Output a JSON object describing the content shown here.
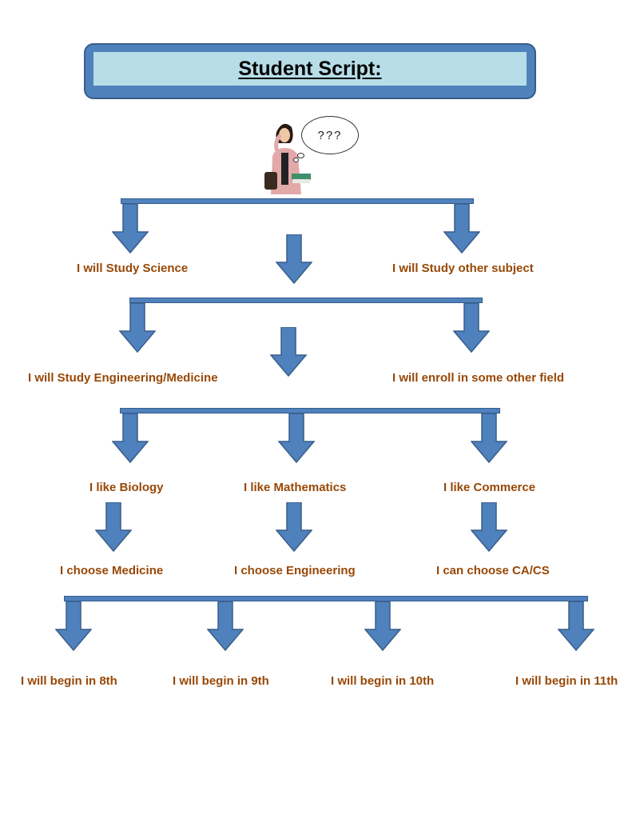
{
  "title": "Student Script:",
  "thought_bubble": "???",
  "colors": {
    "arrow_fill": "#4f81bd",
    "arrow_stroke": "#385d8a",
    "label_text": "#984806",
    "title_box_outer": "#4f81bd",
    "title_box_inner": "#b7dde8"
  },
  "level1": {
    "left": "I will Study Science",
    "right": "I will Study other subject"
  },
  "level2": {
    "left": "I will Study Engineering/Medicine",
    "right": "I will enroll in some other field"
  },
  "level3": {
    "likes": [
      "I like Biology",
      "I like Mathematics",
      "I like Commerce"
    ],
    "choices": [
      "I choose Medicine",
      "I choose Engineering",
      "I can choose CA/CS"
    ]
  },
  "level4": {
    "begins": [
      "I will begin in 8th",
      "I will begin in 9th",
      "I will begin in 10th",
      "I will begin in 11th"
    ]
  }
}
